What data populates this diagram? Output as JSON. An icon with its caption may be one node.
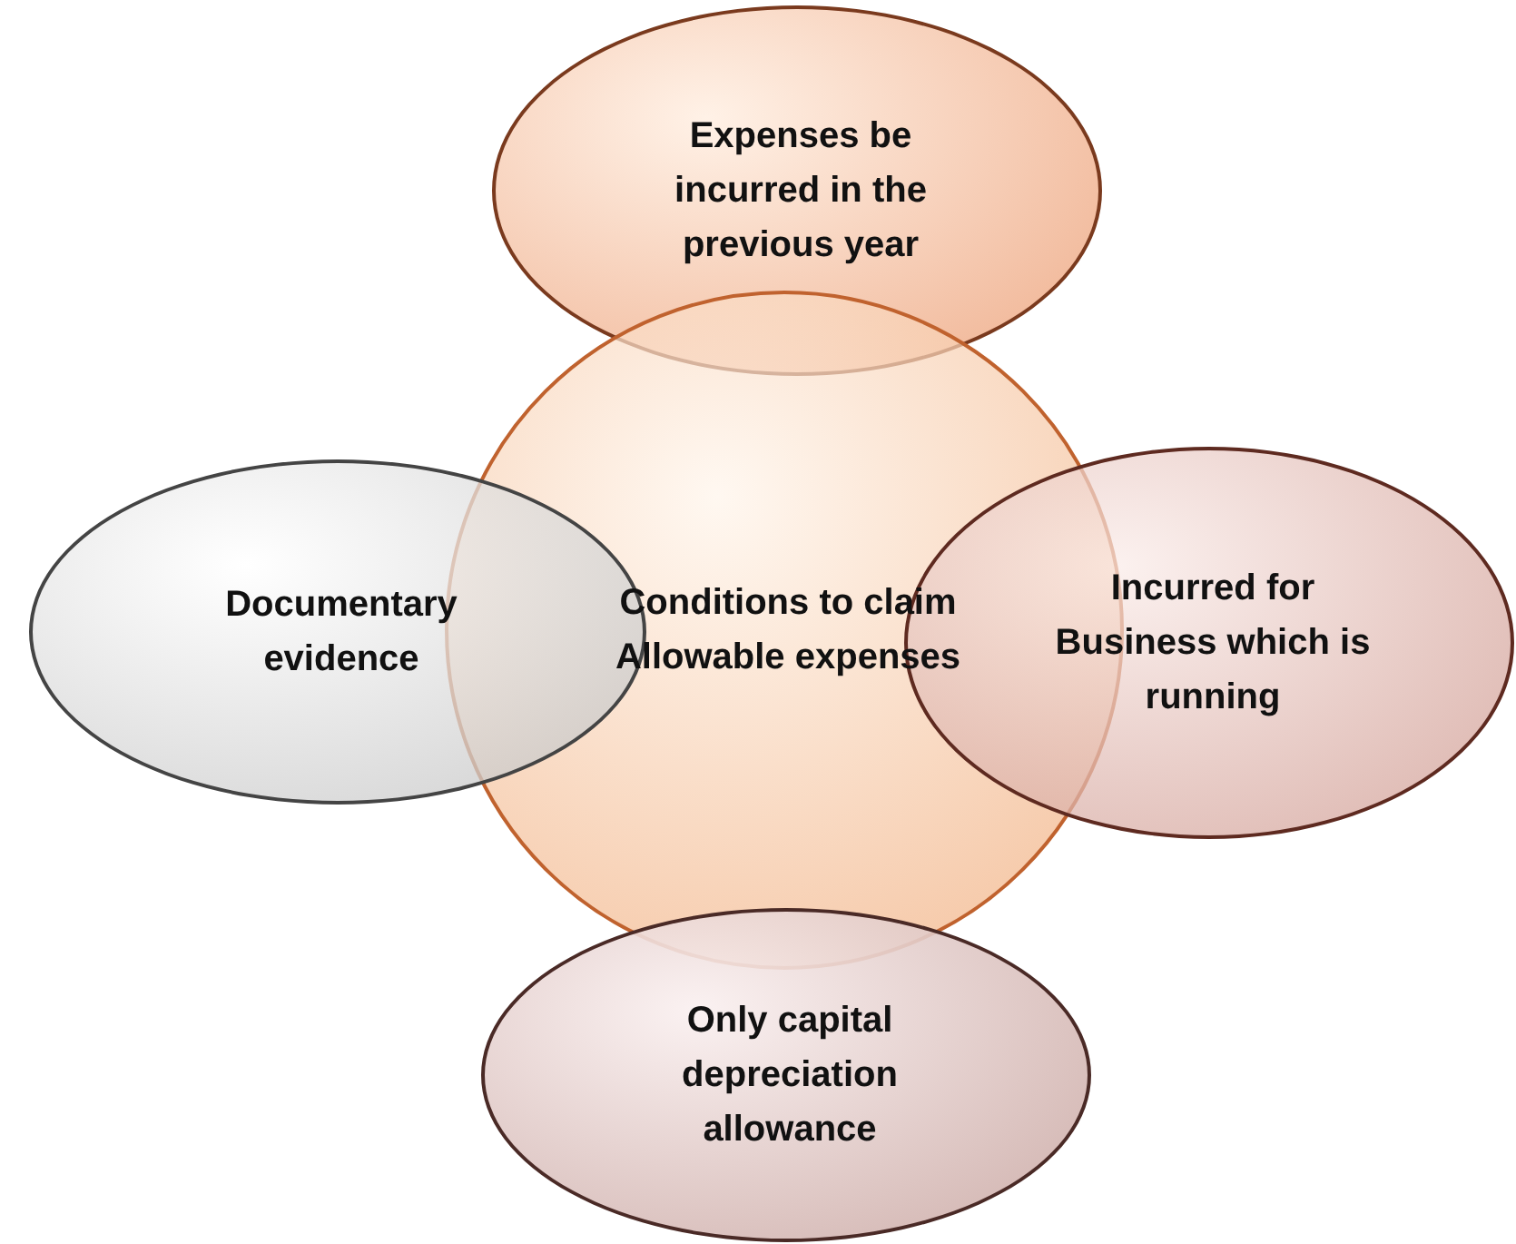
{
  "diagram": {
    "nodes": [
      {
        "text": [
          "Expenses be incurred in the previous year"
        ]
      },
      {
        "text": [
          "Documentary evidence"
        ]
      },
      {
        "text": [
          "Conditions to claim Allowable expenses"
        ]
      },
      {
        "text": [
          "Incurred for Business which is running"
        ]
      },
      {
        "text": [
          "Only capital depreciation allowance"
        ]
      }
    ]
  }
}
